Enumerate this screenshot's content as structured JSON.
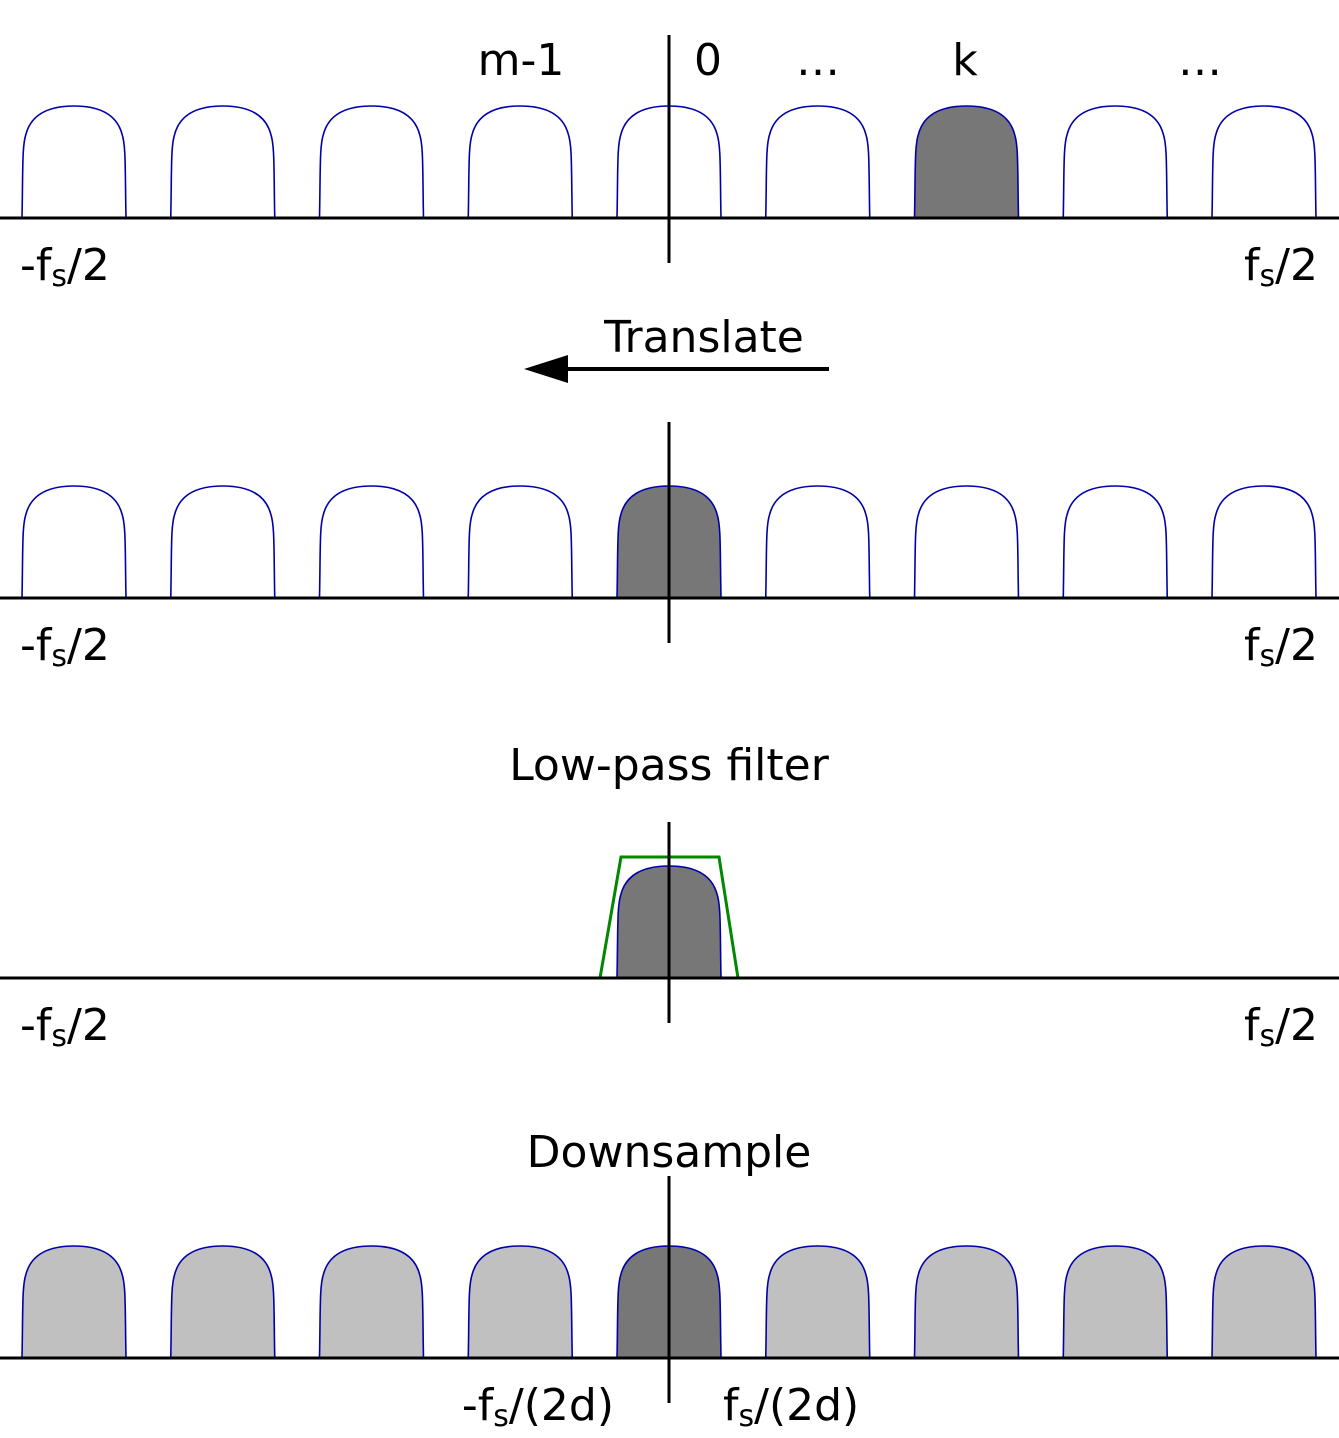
{
  "colors": {
    "outline": "#0000aa",
    "selected_fill": "#777777",
    "image_fill": "#c0c0c0",
    "filter": "#008800",
    "axis": "#000000",
    "background": "#ffffff"
  },
  "panels": [
    {
      "id": "spectrum",
      "top_labels": {
        "m_minus_1": "m-1",
        "zero": "0",
        "ellipsis_left": "…",
        "k": "k",
        "ellipsis_right": "…"
      },
      "band_count": 9,
      "selected_band": 6,
      "left_axis_label": {
        "pre": "-f",
        "sub": "s",
        "post": "/2"
      },
      "right_axis_label": {
        "pre": "f",
        "sub": "s",
        "post": "/2"
      }
    },
    {
      "id": "translated",
      "step_label": "Translate",
      "arrow_direction": "left",
      "band_count": 9,
      "selected_band": 4,
      "left_axis_label": {
        "pre": "-f",
        "sub": "s",
        "post": "/2"
      },
      "right_axis_label": {
        "pre": "f",
        "sub": "s",
        "post": "/2"
      }
    },
    {
      "id": "filtered",
      "step_label": "Low-pass filter",
      "band_count": 1,
      "selected_band": 4,
      "left_axis_label": {
        "pre": "-f",
        "sub": "s",
        "post": "/2"
      },
      "right_axis_label": {
        "pre": "f",
        "sub": "s",
        "post": "/2"
      }
    },
    {
      "id": "downsampled",
      "step_label": "Downsample",
      "band_count": 9,
      "selected_band": 4,
      "left_axis_label": {
        "pre": "-f",
        "sub": "s",
        "post": "/(2d)"
      },
      "right_axis_label": {
        "pre": "f",
        "sub": "s",
        "post": "/(2d)"
      }
    }
  ]
}
